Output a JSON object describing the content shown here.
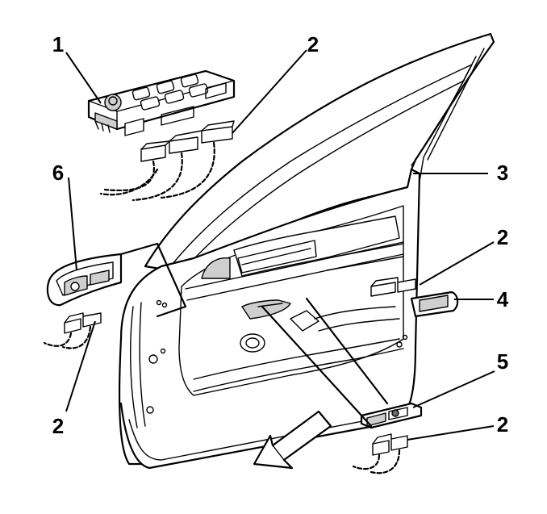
{
  "callouts": {
    "c1": "1",
    "c2a": "2",
    "c3": "3",
    "c2b": "2",
    "c4": "4",
    "c6": "6",
    "c5": "5",
    "c2c": "2",
    "c2d": "2"
  },
  "colors": {
    "line": "#000000",
    "background": "#ffffff",
    "shade": "#cfcfcf"
  },
  "icons": {
    "direction_arrow": "forward-arrow-icon"
  }
}
